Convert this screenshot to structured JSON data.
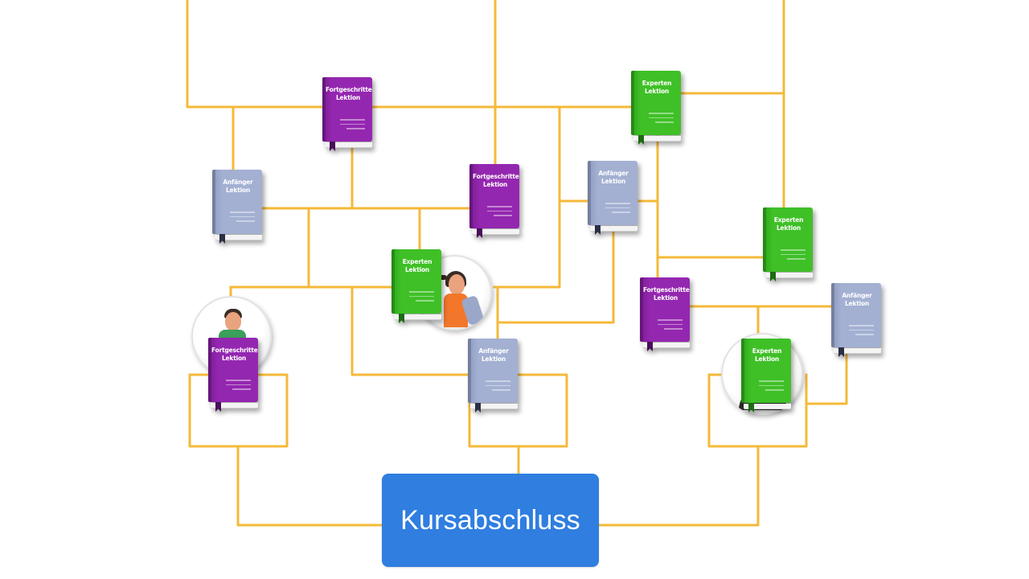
{
  "completion": {
    "label": "Kursabschluss"
  },
  "colors": {
    "connector": "#f5b93a",
    "beginner": "#a3b0d2",
    "advanced": "#9427b0",
    "expert": "#3fc027",
    "completion_box": "#2f7ee0"
  },
  "books": [
    {
      "level": "advanced",
      "title_line1": "Fortgeschrittene",
      "title_line2": "Lektion"
    },
    {
      "level": "expert",
      "title_line1": "Experten",
      "title_line2": "Lektion"
    },
    {
      "level": "beginner",
      "title_line1": "Anfänger",
      "title_line2": "Lektion"
    },
    {
      "level": "advanced",
      "title_line1": "Fortgeschrittene",
      "title_line2": "Lektion"
    },
    {
      "level": "beginner",
      "title_line1": "Anfänger",
      "title_line2": "Lektion"
    },
    {
      "level": "expert",
      "title_line1": "Experten",
      "title_line2": "Lektion"
    },
    {
      "level": "expert",
      "title_line1": "Experten",
      "title_line2": "Lektion"
    },
    {
      "level": "advanced",
      "title_line1": "Fortgeschrittene",
      "title_line2": "Lektion"
    },
    {
      "level": "beginner",
      "title_line1": "Anfänger",
      "title_line2": "Lektion"
    },
    {
      "level": "advanced",
      "title_line1": "Fortgeschrittene",
      "title_line2": "Lektion"
    },
    {
      "level": "beginner",
      "title_line1": "Anfänger",
      "title_line2": "Lektion"
    },
    {
      "level": "expert",
      "title_line1": "Experten",
      "title_line2": "Lektion"
    }
  ],
  "avatars": [
    {
      "icon": "woman-learner-icon"
    },
    {
      "icon": "man-learner-icon"
    },
    {
      "icon": "learner-icon"
    }
  ]
}
